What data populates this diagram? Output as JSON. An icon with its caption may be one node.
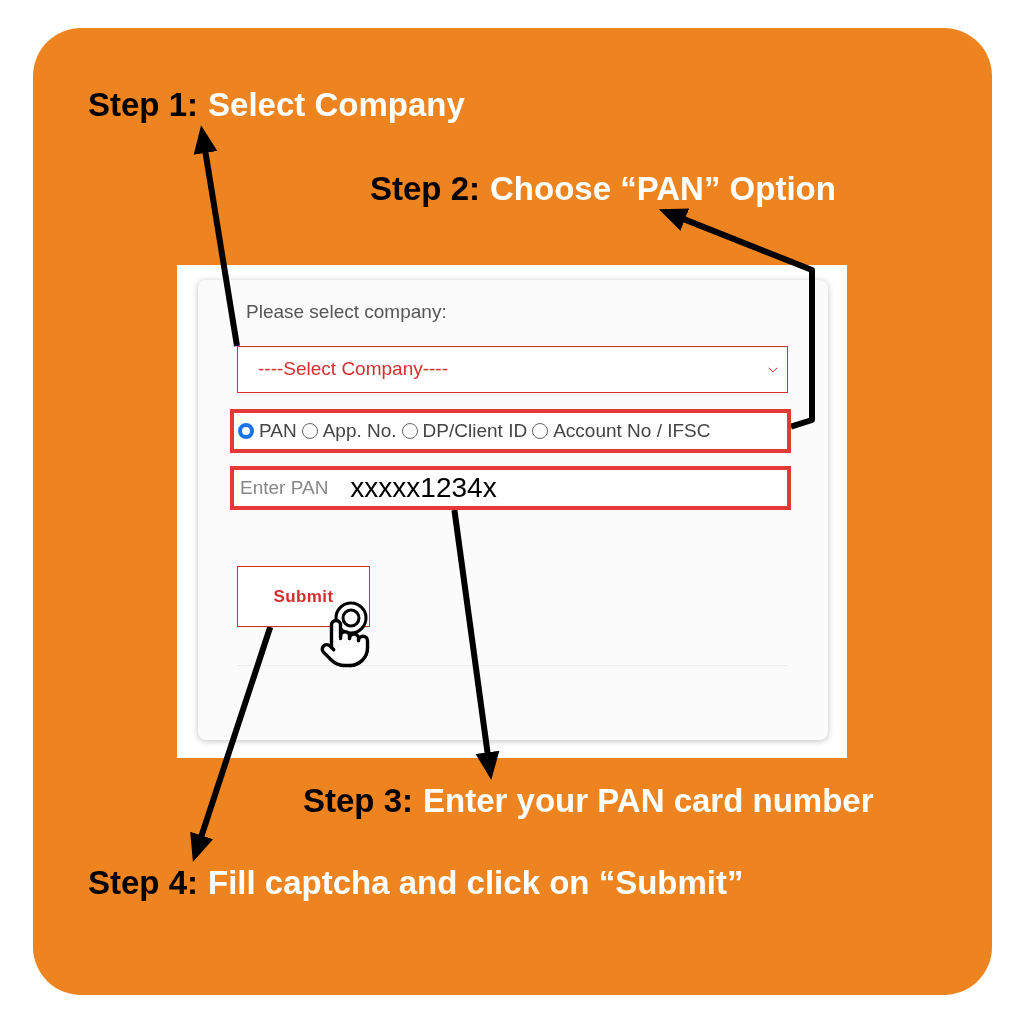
{
  "diagram": {
    "nodes": [
      {
        "text": [
          "Step 1:",
          "Select Company"
        ]
      },
      {
        "text": [
          "Step 2:",
          "Choose “PAN” Option"
        ]
      },
      {
        "text": [
          "----Select Company----"
        ]
      },
      {
        "text": [
          "PAN",
          "App. No.",
          "DP/Client ID",
          "Account No / IFSC"
        ]
      },
      {
        "text": [
          "Enter PAN",
          "xxxxx1234x"
        ]
      },
      {
        "text": [
          "Submit"
        ]
      },
      {
        "text": [
          "Step 3:",
          "Enter your PAN card number"
        ]
      },
      {
        "text": [
          "Step 4:",
          "Fill captcha and click on “Submit”"
        ]
      }
    ],
    "edges": [
      {
        "from": 2,
        "to": 0,
        "arrow": "to"
      },
      {
        "from": 3,
        "to": 1,
        "arrow": "to"
      },
      {
        "from": 4,
        "to": 6,
        "arrow": "to"
      },
      {
        "from": 5,
        "to": 7,
        "arrow": "to"
      }
    ],
    "labels": [
      "Please select company:"
    ]
  }
}
